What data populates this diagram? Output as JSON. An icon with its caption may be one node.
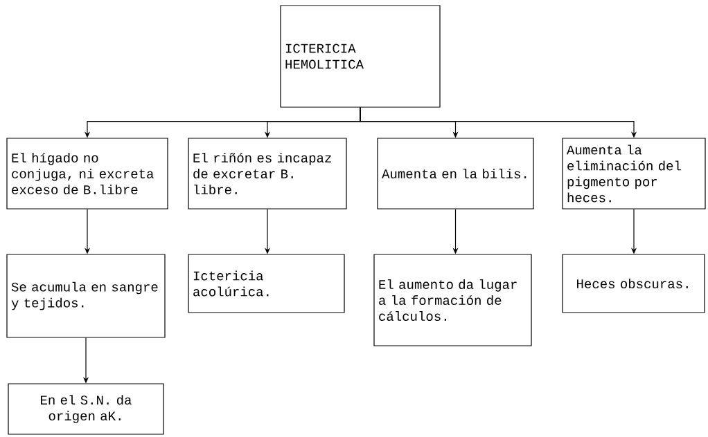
{
  "diagram": {
    "nodes": [
      {
        "text": [
          "ICTERICIA HEMOLITICA"
        ]
      },
      {
        "text": [
          "El hígado no conjuga, ni excreta exceso de B.libre"
        ]
      },
      {
        "text": [
          "El riñón es incapaz de excretar B. libre."
        ]
      },
      {
        "text": [
          "Aumenta en la bilis."
        ]
      },
      {
        "text": [
          "Aumenta la eliminación del pigmento por heces."
        ]
      },
      {
        "text": [
          "Se acumula en sangre y tejidos."
        ]
      },
      {
        "text": [
          "Ictericia acolúrica."
        ]
      },
      {
        "text": [
          "El aumento da lugar a la formación de cálculos."
        ]
      },
      {
        "text": [
          "Heces obscuras."
        ]
      },
      {
        "text": [
          "En el S.N. da origen aK."
        ]
      }
    ],
    "edges": [
      {
        "from": 0,
        "to": 1,
        "arrow": "to"
      },
      {
        "from": 0,
        "to": 2,
        "arrow": "to"
      },
      {
        "from": 0,
        "to": 3,
        "arrow": "to"
      },
      {
        "from": 0,
        "to": 4,
        "arrow": "to"
      },
      {
        "from": 1,
        "to": 5,
        "arrow": "to"
      },
      {
        "from": 5,
        "to": 9,
        "arrow": "to"
      },
      {
        "from": 2,
        "to": 6,
        "arrow": "to"
      },
      {
        "from": 3,
        "to": 7,
        "arrow": "to"
      },
      {
        "from": 4,
        "to": 8,
        "arrow": "to"
      }
    ]
  }
}
